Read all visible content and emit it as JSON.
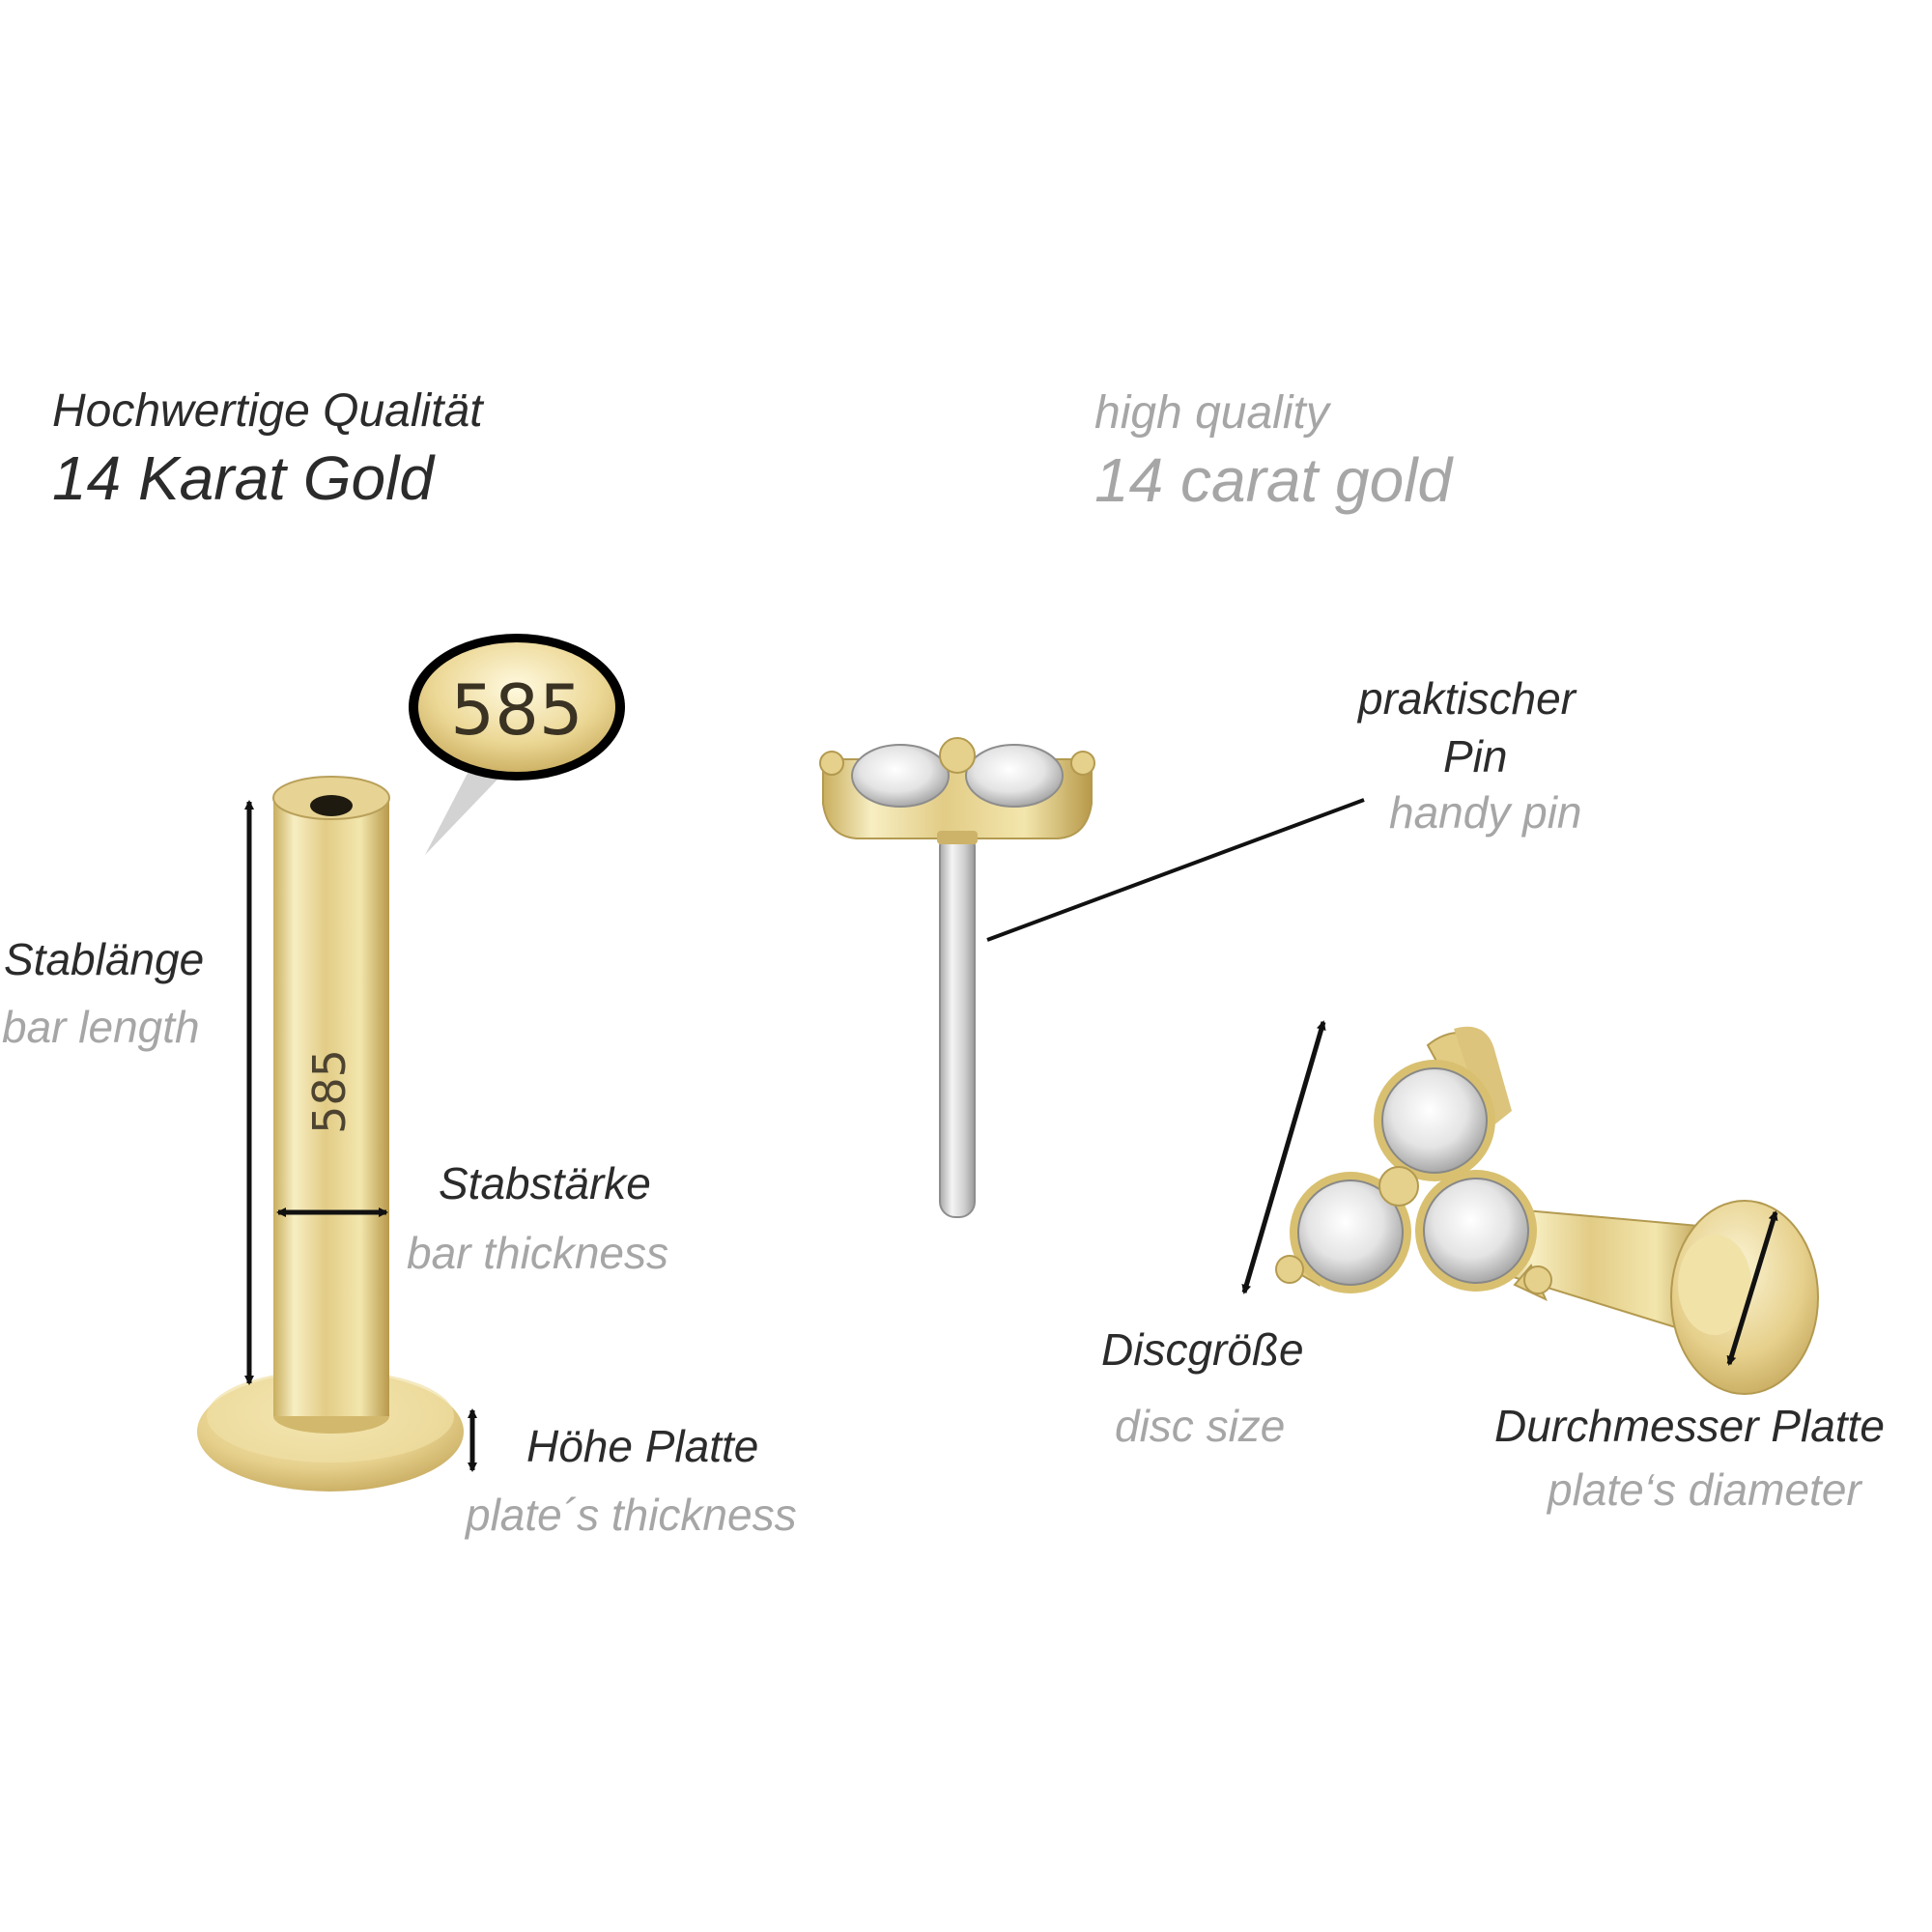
{
  "header": {
    "de_line1": "Hochwertige Qualität",
    "de_line2": "14 Karat Gold",
    "en_line1": "high quality",
    "en_line2": "14 carat gold"
  },
  "stamp": {
    "bubble_text": "585",
    "bar_engraving": "585"
  },
  "labels": {
    "bar_length_de": "Stablänge",
    "bar_length_en": "bar length",
    "bar_thickness_de": "Stabstärke",
    "bar_thickness_en": "bar thickness",
    "plate_height_de": "Höhe Platte",
    "plate_height_en": "plate´s thickness",
    "pin_de_1": "praktischer",
    "pin_de_2": "Pin",
    "pin_en": "handy pin",
    "disc_size_de": "Discgröße",
    "disc_size_en": "disc size",
    "plate_diameter_de": "Durchmesser Platte",
    "plate_diameter_en": "plate‘s diameter"
  },
  "colors": {
    "gold_light": "#f6ebb8",
    "gold_mid": "#dcc47c",
    "gold_dark": "#b59a4c",
    "text_dark": "#2b2b2b",
    "text_grey": "#a6a6a6",
    "steel": "#d9d9d9"
  }
}
